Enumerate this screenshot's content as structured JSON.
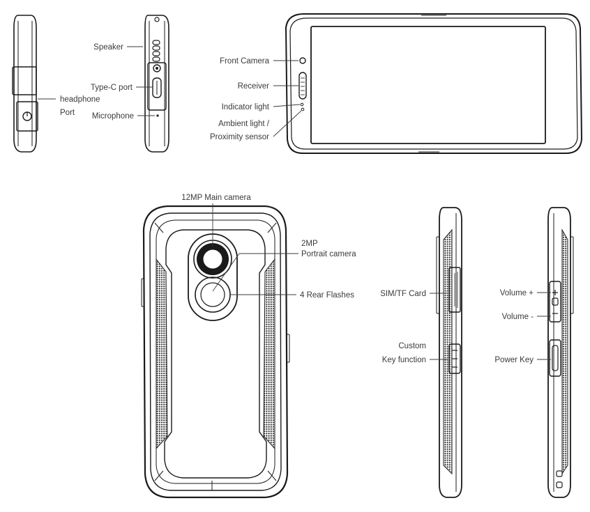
{
  "labels": {
    "speaker": "Speaker",
    "type_c_port": "Type-C port",
    "microphone": "Microphone",
    "headphone_line1": "headphone",
    "headphone_line2": "Port",
    "front_camera": "Front Camera",
    "receiver": "Receiver",
    "indicator_light": "Indicator light",
    "ambient_line1": "Ambient light /",
    "ambient_line2": "Proximity sensor",
    "main_camera": "12MP Main camera",
    "portrait_line1": "2MP",
    "portrait_line2": "Portrait camera",
    "rear_flashes": "4 Rear Flashes",
    "sim_tf_card": "SIM/TF Card",
    "custom_line1": "Custom",
    "custom_line2": "Key function",
    "volume_plus": "Volume +",
    "volume_minus": "Volume -",
    "power_key": "Power Key"
  },
  "colors": {
    "line": "#1a1a1a",
    "text": "#3a3a3a",
    "background": "#ffffff"
  }
}
